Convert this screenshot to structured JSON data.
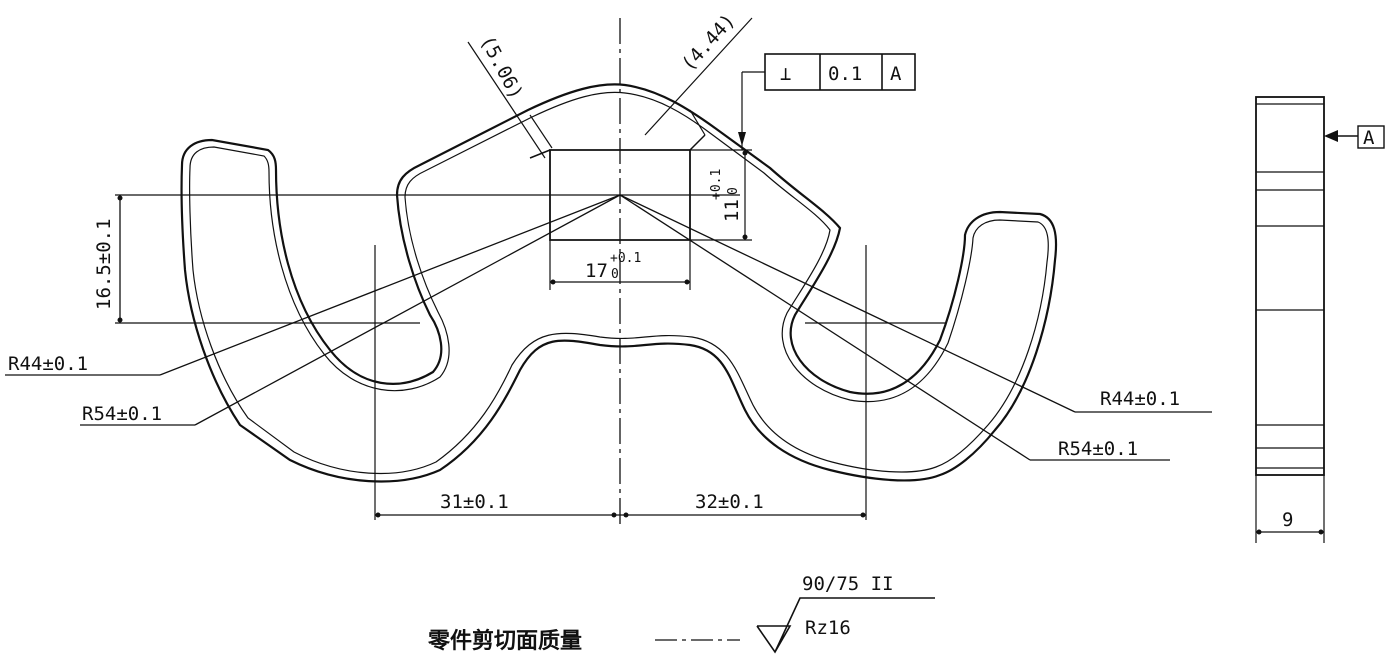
{
  "drawing": {
    "dims": {
      "ref_5_06": "(5.06)",
      "ref_4_44": "(4.44)",
      "height_16_5": "16.5±0.1",
      "width_17": "17",
      "width_17_tol_upper": "+0.1",
      "width_17_tol_lower": "0",
      "height_11": "11",
      "height_11_tol_upper": "+0.1",
      "height_11_tol_lower": "0",
      "r44_left": "R44±0.1",
      "r54_left": "R54±0.1",
      "r44_right": "R44±0.1",
      "r54_right": "R54±0.1",
      "dist_31": "31±0.1",
      "dist_32": "32±0.1",
      "thickness_9": "9"
    },
    "tolerance_frame": {
      "symbol": "⊥",
      "value": "0.1",
      "datum": "A"
    },
    "datum_label": "A",
    "surface": {
      "caption": "零件剪切面质量",
      "top_text": "90/75  II",
      "roughness": "Rz16"
    }
  }
}
